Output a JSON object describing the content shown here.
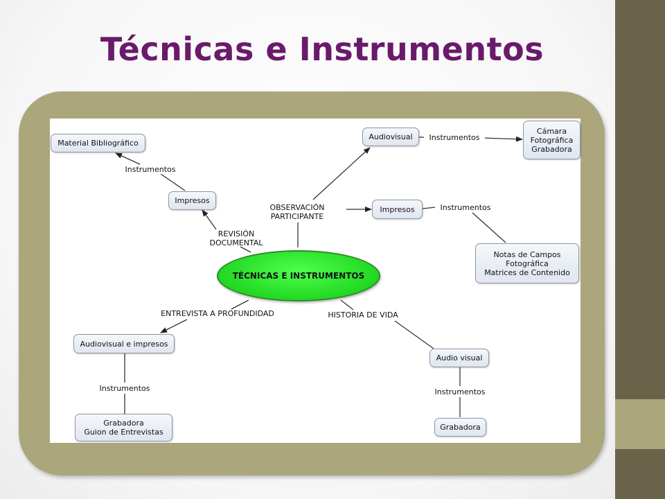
{
  "slide": {
    "title": "Técnicas e Instrumentos"
  },
  "colors": {
    "title": "#6a1a6b",
    "frame": "#aca67d",
    "side_bar": "#6b624a",
    "center_node": "#22d822"
  },
  "concept_map": {
    "center": "TÉCNICAS E INSTRUMENTOS",
    "branches": {
      "revision": {
        "label_line1": "REVISIÓN",
        "label_line2": "DOCUMENTAL",
        "type_node": "Impresos",
        "connector": "Instrumentos",
        "result_node": "Material Bibliográfico"
      },
      "observacion": {
        "label_line1": "OBSERVACIÓN",
        "label_line2": "PARTICIPANTE",
        "audiovisual": {
          "type_node": "Audiovisual",
          "connector": "Instrumentos",
          "result_lines": [
            "Cámara",
            "Fotográfica",
            "Grabadora"
          ]
        },
        "impresos": {
          "type_node": "Impresos",
          "connector": "Instrumentos",
          "result_lines": [
            "Notas de Campos",
            "Fotográfica",
            "Matrices de Contenido"
          ]
        }
      },
      "entrevista": {
        "label": "ENTREVISTA A PROFUNDIDAD",
        "type_node": "Audiovisual e impresos",
        "connector": "Instrumentos",
        "result_lines": [
          "Grabadora",
          "Guion de Entrevistas"
        ]
      },
      "historia": {
        "label": "HISTORIA DE VIDA",
        "type_node": "Audio visual",
        "connector": "Instrumentos",
        "result_node": "Grabadora"
      }
    }
  }
}
